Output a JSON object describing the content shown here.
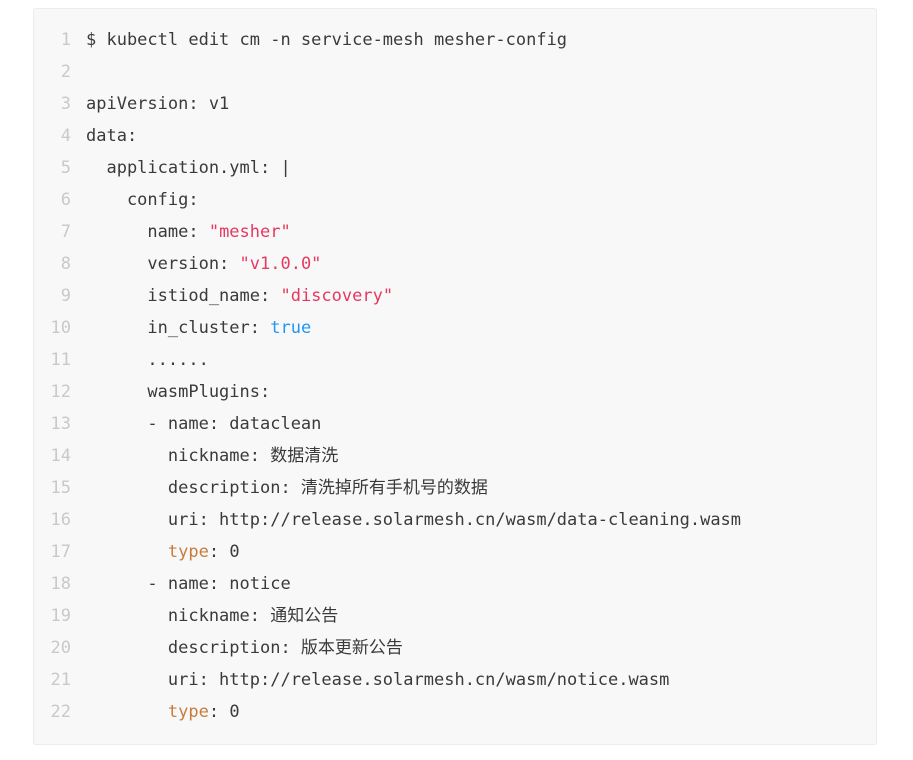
{
  "code_block": {
    "language": "yaml",
    "colors": {
      "block_bg": "#f8f8f8",
      "default": "#3a3a3a",
      "line_number": "#c9c9c9",
      "string": "#e5395f",
      "boolean": "#2196f3",
      "keyword": "#c97b3c"
    },
    "lines": [
      {
        "num": "1",
        "tokens": [
          {
            "t": "$ kubectl edit cm -n service-mesh mesher-config"
          }
        ]
      },
      {
        "num": "2",
        "tokens": []
      },
      {
        "num": "3",
        "tokens": [
          {
            "t": "apiVersion: v1"
          }
        ]
      },
      {
        "num": "4",
        "tokens": [
          {
            "t": "data:"
          }
        ]
      },
      {
        "num": "5",
        "tokens": [
          {
            "t": "  application.yml: |"
          }
        ]
      },
      {
        "num": "6",
        "tokens": [
          {
            "t": "    config:"
          }
        ]
      },
      {
        "num": "7",
        "tokens": [
          {
            "t": "      name: "
          },
          {
            "t": "\"mesher\"",
            "c": "string"
          }
        ]
      },
      {
        "num": "8",
        "tokens": [
          {
            "t": "      version: "
          },
          {
            "t": "\"v1.0.0\"",
            "c": "string"
          }
        ]
      },
      {
        "num": "9",
        "tokens": [
          {
            "t": "      istiod_name: "
          },
          {
            "t": "\"discovery\"",
            "c": "string"
          }
        ]
      },
      {
        "num": "10",
        "tokens": [
          {
            "t": "      in_cluster: "
          },
          {
            "t": "true",
            "c": "boolean"
          }
        ]
      },
      {
        "num": "11",
        "tokens": [
          {
            "t": "      ......"
          }
        ]
      },
      {
        "num": "12",
        "tokens": [
          {
            "t": "      wasmPlugins:"
          }
        ]
      },
      {
        "num": "13",
        "tokens": [
          {
            "t": "      - name: dataclean"
          }
        ]
      },
      {
        "num": "14",
        "tokens": [
          {
            "t": "        nickname: 数据清洗"
          }
        ]
      },
      {
        "num": "15",
        "tokens": [
          {
            "t": "        description: 清洗掉所有手机号的数据"
          }
        ]
      },
      {
        "num": "16",
        "tokens": [
          {
            "t": "        uri: http://release.solarmesh.cn/wasm/data-cleaning.wasm"
          }
        ]
      },
      {
        "num": "17",
        "tokens": [
          {
            "t": "        "
          },
          {
            "t": "type",
            "c": "keyword"
          },
          {
            "t": ": 0"
          }
        ]
      },
      {
        "num": "18",
        "tokens": [
          {
            "t": "      - name: notice"
          }
        ]
      },
      {
        "num": "19",
        "tokens": [
          {
            "t": "        nickname: 通知公告"
          }
        ]
      },
      {
        "num": "20",
        "tokens": [
          {
            "t": "        description: 版本更新公告"
          }
        ]
      },
      {
        "num": "21",
        "tokens": [
          {
            "t": "        uri: http://release.solarmesh.cn/wasm/notice.wasm"
          }
        ]
      },
      {
        "num": "22",
        "tokens": [
          {
            "t": "        "
          },
          {
            "t": "type",
            "c": "keyword"
          },
          {
            "t": ": 0"
          }
        ]
      }
    ]
  }
}
